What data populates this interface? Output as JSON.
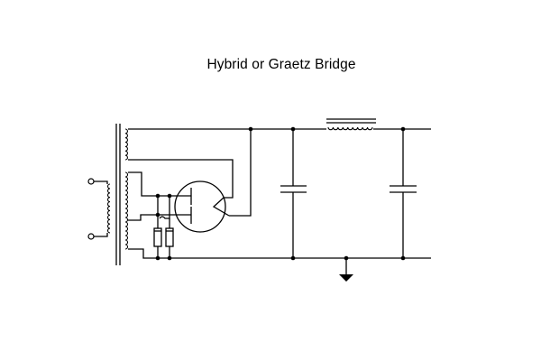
{
  "diagram": {
    "title": "Hybrid or Graetz Bridge",
    "components": [
      {
        "name": "power-transformer",
        "type": "transformer"
      },
      {
        "name": "rectifier-tube",
        "type": "double-diode tube"
      },
      {
        "name": "solid-state-diode-left",
        "type": "diode"
      },
      {
        "name": "solid-state-diode-right",
        "type": "diode"
      },
      {
        "name": "filter-capacitor-1",
        "type": "capacitor"
      },
      {
        "name": "filter-choke",
        "type": "inductor"
      },
      {
        "name": "filter-capacitor-2",
        "type": "capacitor"
      },
      {
        "name": "ground",
        "type": "ground"
      }
    ]
  }
}
